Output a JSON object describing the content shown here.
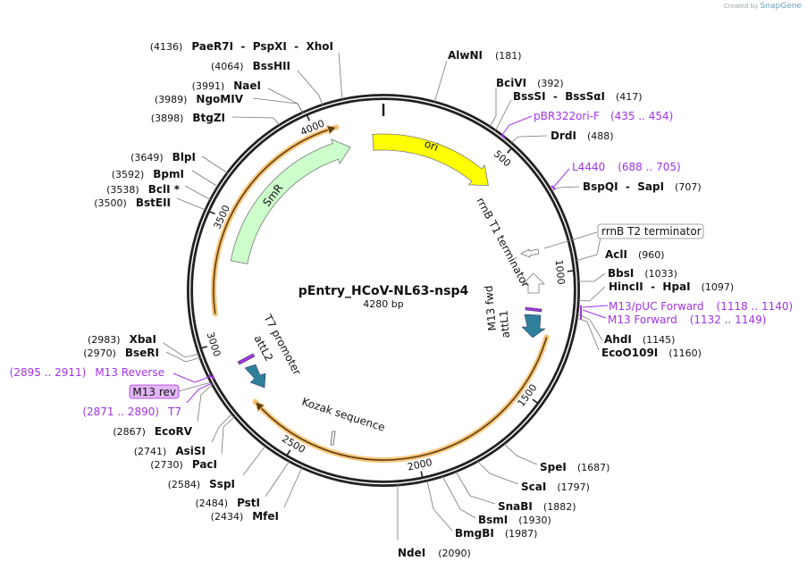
{
  "credit": {
    "prefix": "Created by",
    "brand": "SnapGene"
  },
  "plasmid": {
    "name": "pEntry_HCoV-NL63-nsp4",
    "length": "4280 bp"
  },
  "ticks": [
    "500",
    "1000",
    "1500",
    "2000",
    "2500",
    "3000",
    "3500",
    "4000"
  ],
  "features": {
    "ori": "ori",
    "smr": "SmR",
    "rrnb_t1": "rrnB T1 terminator",
    "rrnb_t2": "rrnB T2 terminator",
    "m13fwd": "M13 fwd",
    "attl1": "attL1",
    "t7prom": "T7 promoter",
    "attl2": "attL2",
    "kozak": "Kozak sequence",
    "m13rev": "M13 rev"
  },
  "enzymes": [
    {
      "name": "AlwNI",
      "pos": "(181)"
    },
    {
      "name": "BciVI",
      "pos": "(392)"
    },
    {
      "name": "BssSI  -  BssSαI",
      "pos": "(417)"
    },
    {
      "name": "DrdI",
      "pos": "(488)"
    },
    {
      "name": "BspQI  -  SapI",
      "pos": "(707)"
    },
    {
      "name": "AclI",
      "pos": "(960)"
    },
    {
      "name": "BbsI",
      "pos": "(1033)"
    },
    {
      "name": "HincII  -  HpaI",
      "pos": "(1097)"
    },
    {
      "name": "AhdI",
      "pos": "(1145)"
    },
    {
      "name": "EcoO109I",
      "pos": "(1160)"
    },
    {
      "name": "SpeI",
      "pos": "(1687)"
    },
    {
      "name": "ScaI",
      "pos": "(1797)"
    },
    {
      "name": "SnaBI",
      "pos": "(1882)"
    },
    {
      "name": "BsmI",
      "pos": "(1930)"
    },
    {
      "name": "BmgBI",
      "pos": "(1987)"
    },
    {
      "name": "NdeI",
      "pos": "(2090)"
    },
    {
      "name": "MfeI",
      "pos": "(2434)"
    },
    {
      "name": "PstI",
      "pos": "(2484)"
    },
    {
      "name": "SspI",
      "pos": "(2584)"
    },
    {
      "name": "PacI",
      "pos": "(2730)"
    },
    {
      "name": "AsiSI",
      "pos": "(2741)"
    },
    {
      "name": "EcoRV",
      "pos": "(2867)"
    },
    {
      "name": "BseRI",
      "pos": "(2970)"
    },
    {
      "name": "XbaI",
      "pos": "(2983)"
    },
    {
      "name": "BstEII",
      "pos": "(3500)"
    },
    {
      "name": "BclI *",
      "pos": "(3538)"
    },
    {
      "name": "BpmI",
      "pos": "(3592)"
    },
    {
      "name": "BlpI",
      "pos": "(3649)"
    },
    {
      "name": "BtgZI",
      "pos": "(3898)"
    },
    {
      "name": "NgoMIV",
      "pos": "(3989)"
    },
    {
      "name": "NaeI",
      "pos": "(3991)"
    },
    {
      "name": "BssHII",
      "pos": "(4064)"
    },
    {
      "name": "PaeR7I  -  PspXI  -  XhoI",
      "pos": "(4136)"
    }
  ],
  "primers": [
    {
      "name": "pBR322ori-F",
      "range": "(435 .. 454)"
    },
    {
      "name": "L4440",
      "range": "(688 .. 705)"
    },
    {
      "name": "M13/pUC Forward",
      "range": "(1118 .. 1140)"
    },
    {
      "name": "M13 Forward",
      "range": "(1132 .. 1149)"
    },
    {
      "name": "M13 Reverse",
      "range": "(2895 .. 2911)"
    },
    {
      "name": "T7",
      "range": "(2871 .. 2890)"
    }
  ],
  "colors": {
    "ori": "#ffff00",
    "smr": "#ccffcc",
    "att": "#2e7f99",
    "orf": "#f9c57a",
    "primer": "#a033e8"
  }
}
